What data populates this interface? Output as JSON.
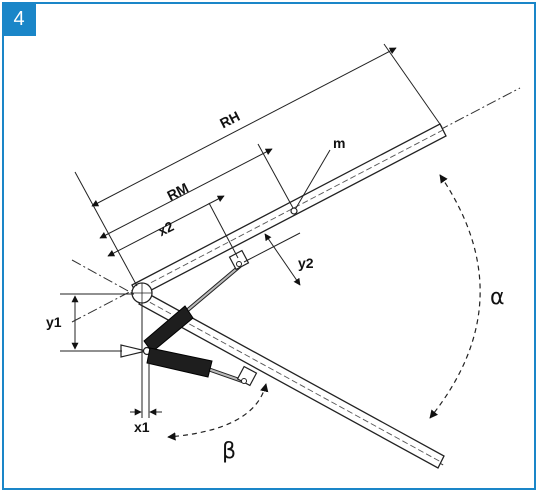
{
  "figure": {
    "number": "4",
    "accent_color": "#1a86c8",
    "labels": {
      "rh": "RH",
      "rm": "RM",
      "x2": "x2",
      "m": "m",
      "y2": "y2",
      "y1": "y1",
      "x1": "x1",
      "alpha": "α",
      "beta": "β"
    }
  }
}
